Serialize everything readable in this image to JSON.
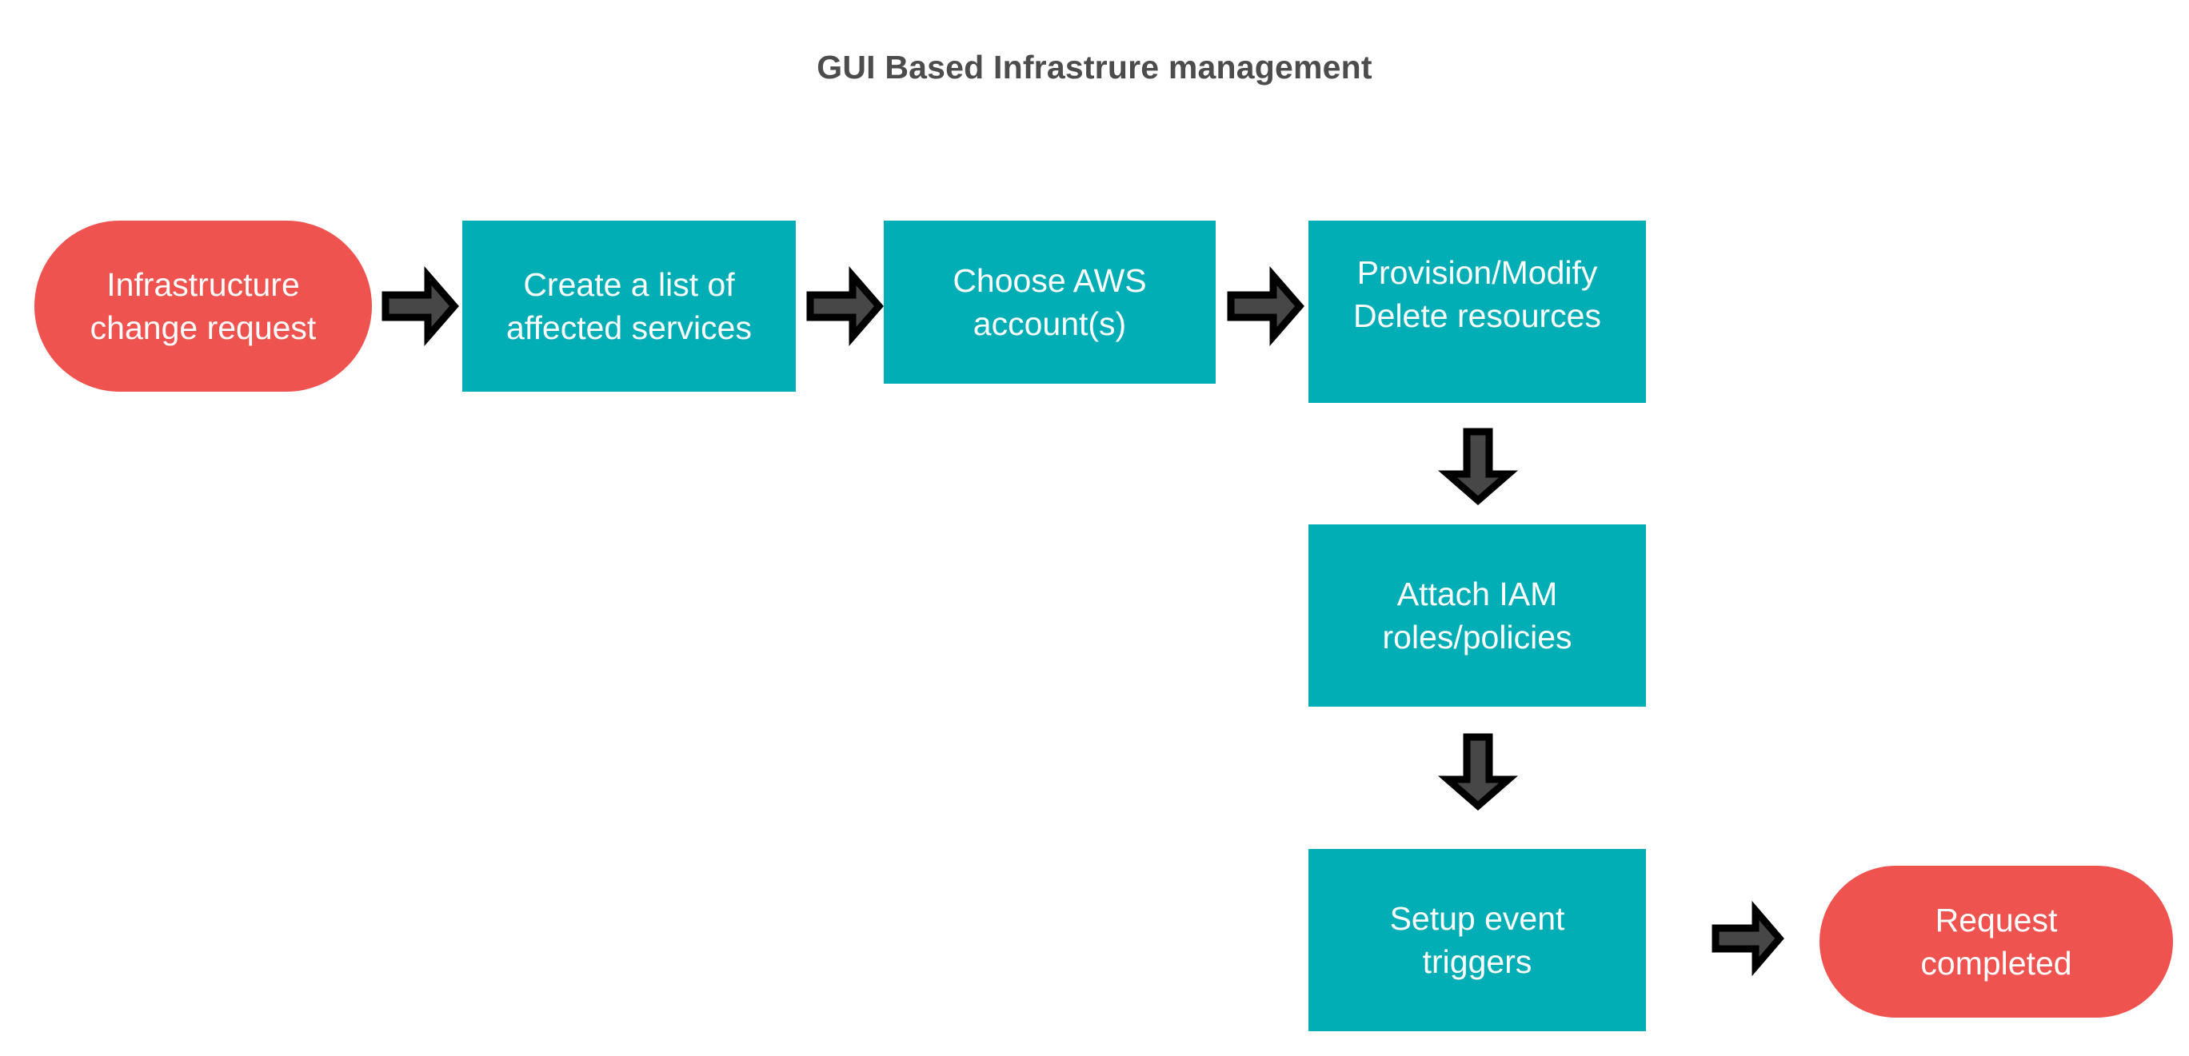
{
  "diagram": {
    "title": "GUI Based Infrastrure management",
    "type": "flowchart",
    "colors": {
      "terminator": "#EF5350",
      "process": "#02AEB5",
      "arrow_fill": "#474747",
      "arrow_stroke": "#000000",
      "title_text": "#4C4C4C",
      "node_text": "#FFFFFF",
      "background": "#FFFFFF"
    },
    "nodes": [
      {
        "id": "infrastructure-change-request",
        "label": "Infrastructure\nchange request",
        "shape": "rounded-pill",
        "role": "start"
      },
      {
        "id": "create-list-affected-services",
        "label": "Create a list of\naffected services",
        "shape": "rectangle",
        "role": "process"
      },
      {
        "id": "choose-aws-accounts",
        "label": "Choose AWS\naccount(s)",
        "shape": "rectangle",
        "role": "process"
      },
      {
        "id": "provision-modify-delete-resources",
        "label": "Provision/Modify\nDelete resources",
        "shape": "rectangle",
        "role": "process"
      },
      {
        "id": "attach-iam-roles-policies",
        "label": "Attach IAM\nroles/policies",
        "shape": "rectangle",
        "role": "process"
      },
      {
        "id": "setup-event-triggers",
        "label": "Setup event\ntriggers",
        "shape": "rectangle",
        "role": "process"
      },
      {
        "id": "request-completed",
        "label": "Request\ncompleted",
        "shape": "rounded-pill",
        "role": "end"
      }
    ],
    "connectors": [
      {
        "id": "arrow-1",
        "from": "infrastructure-change-request",
        "to": "create-list-affected-services",
        "direction": "right"
      },
      {
        "id": "arrow-2",
        "from": "create-list-affected-services",
        "to": "choose-aws-accounts",
        "direction": "right"
      },
      {
        "id": "arrow-3",
        "from": "choose-aws-accounts",
        "to": "provision-modify-delete-resources",
        "direction": "right"
      },
      {
        "id": "arrow-4",
        "from": "provision-modify-delete-resources",
        "to": "attach-iam-roles-policies",
        "direction": "down"
      },
      {
        "id": "arrow-5",
        "from": "attach-iam-roles-policies",
        "to": "setup-event-triggers",
        "direction": "down"
      },
      {
        "id": "arrow-6",
        "from": "setup-event-triggers",
        "to": "request-completed",
        "direction": "right"
      }
    ]
  }
}
